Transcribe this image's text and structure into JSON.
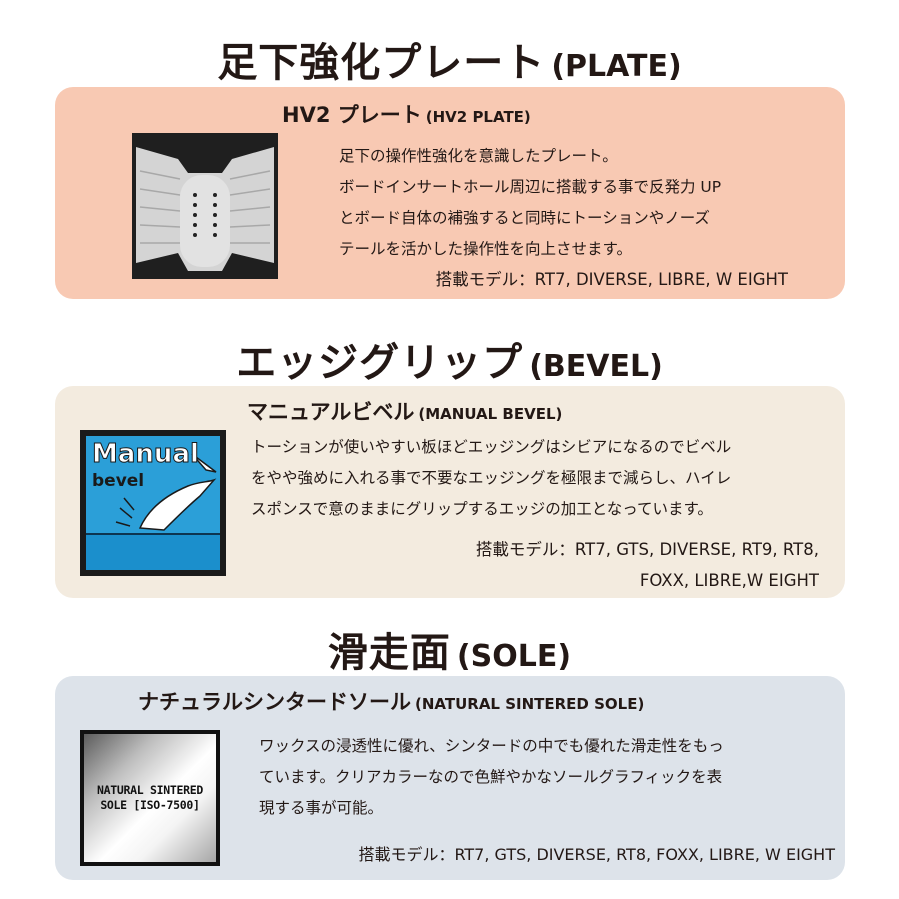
{
  "plate": {
    "section_jp": "足下強化プレート",
    "section_en": "(PLATE)",
    "title_jp": "HV2 プレート",
    "title_en": "(HV2 PLATE)",
    "description": [
      "足下の操作性強化を意識したプレート。",
      "ボードインサートホール周辺に搭載する事で反発力 UP",
      "とボード自体の補強すると同時にトーションやノーズ",
      "テールを活かした操作性を向上させます。"
    ],
    "models": "搭載モデル：RT7, DIVERSE, LIBRE, W EIGHT",
    "image_colors": {
      "background": "#1f1f1f",
      "plate": "#d4d4d4"
    }
  },
  "bevel": {
    "section_jp": "エッジグリップ",
    "section_en": "(BEVEL)",
    "title_jp": "マニュアルビベル",
    "title_en": "(MANUAL BEVEL)",
    "description": [
      "トーションが使いやすい板ほどエッジングはシビアになるのでビベル",
      "をやや強めに入れる事で不要なエッジングを極限まで減らし、ハイレ",
      "スポンスで意のままにグリップするエッジの加工となっています。"
    ],
    "models_lines": [
      "搭載モデル：RT7, GTS, DIVERSE, RT9, RT8,",
      "FOXX, LIBRE,W EIGHT"
    ],
    "icon_word_1": "Manual",
    "icon_word_2": "bevel",
    "image_colors": {
      "border": "#1a1a1a",
      "upper": "#2b9fd8",
      "lower": "#1b8fcc"
    }
  },
  "sole": {
    "section_jp": "滑走面",
    "section_en": "(SOLE)",
    "title_jp": "ナチュラルシンタードソール",
    "title_en": "(NATURAL SINTERED SOLE)",
    "description": [
      "ワックスの浸透性に優れ、シンタードの中でも優れた滑走性をもっ",
      "ています。クリアカラーなので色鮮やかなソールグラフィックを表",
      "現する事が可能。"
    ],
    "models": "搭載モデル：RT7, GTS, DIVERSE, RT8, FOXX, LIBRE, W EIGHT",
    "image_label_1": "NATURAL SINTERED",
    "image_label_2": "SOLE [ISO-7500]"
  },
  "colors": {
    "text": "#231815",
    "plate_card": "#f8c9b3",
    "bevel_card": "#f3ebdf",
    "sole_card": "#dde3ea"
  }
}
